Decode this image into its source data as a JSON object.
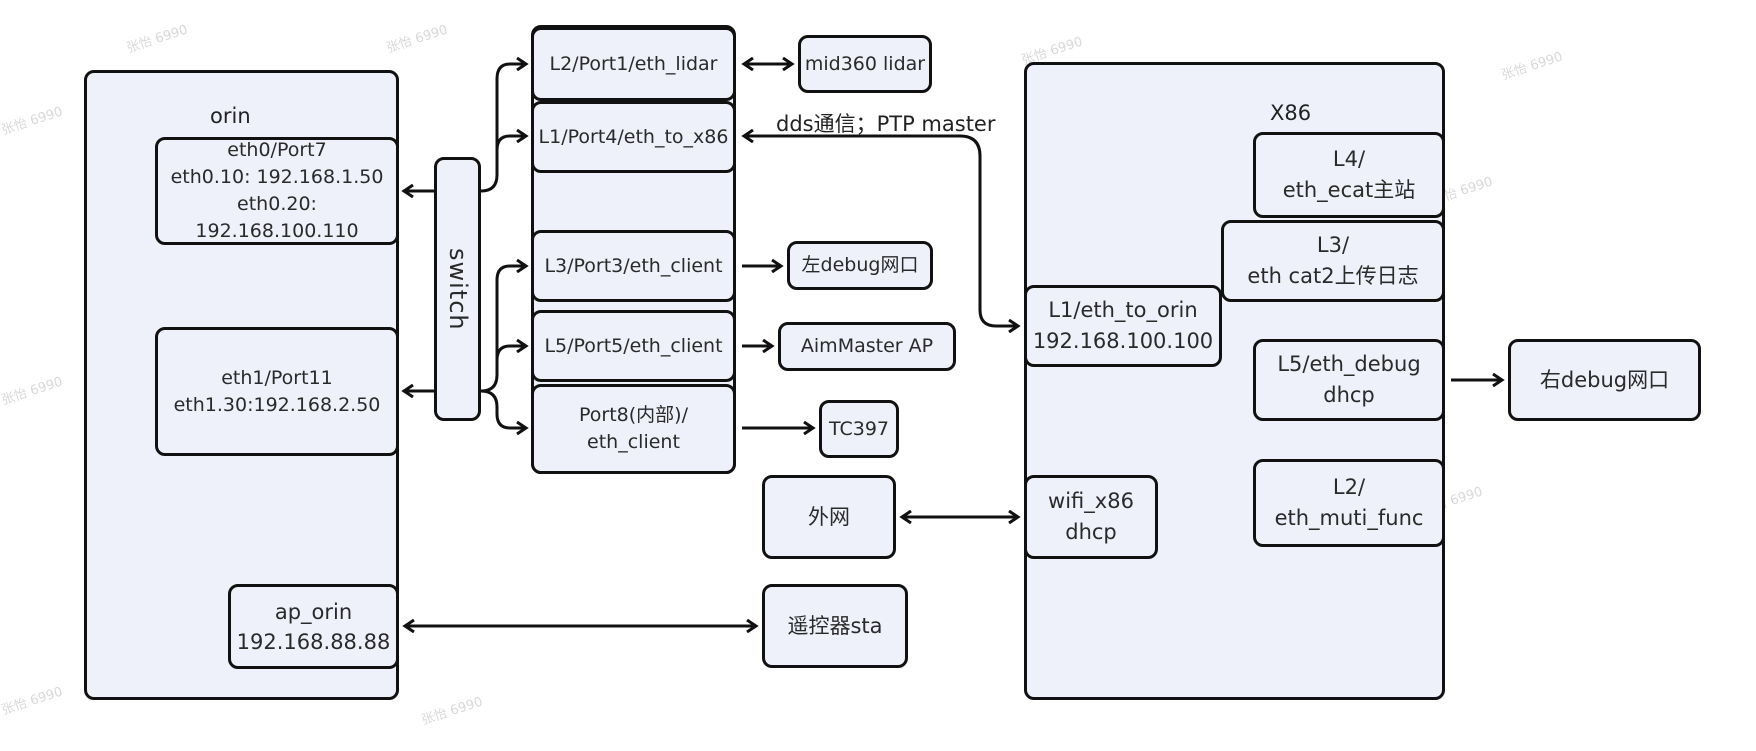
{
  "watermark": "张怡 6990",
  "orin": {
    "title": "orin",
    "eth0": "eth0/Port7\neth0.10: 192.168.1.50\neth0.20: 192.168.100.110",
    "eth1": "eth1/Port11\neth1.30:192.168.2.50",
    "ap": "ap_orin\n192.168.88.88"
  },
  "switch": {
    "label": "switch"
  },
  "ports": [
    {
      "label": "L2/Port1/eth_lidar"
    },
    {
      "label": "L1/Port4/eth_to_x86"
    },
    {
      "label": ""
    },
    {
      "label": "L3/Port3/eth_client"
    },
    {
      "label": "L5/Port5/eth_client"
    },
    {
      "label": "Port8(内部)/\neth_client"
    }
  ],
  "devices": {
    "lidar": "mid360 lidar",
    "left_debug": "左debug网口",
    "aimmaster": "AimMaster AP",
    "tc397": "TC397",
    "internet": "外网",
    "remote": "遥控器sta",
    "right_debug": "右debug网口"
  },
  "link_labels": {
    "dds_ptp": "dds通信；PTP master"
  },
  "x86": {
    "title": "X86",
    "l4": "L4/\neth_ecat主站",
    "l3": "L3/\neth  cat2上传日志",
    "l1": "L1/eth_to_orin\n192.168.100.100",
    "l5": "L5/eth_debug\ndhcp",
    "wifi": "wifi_x86\ndhcp",
    "l2": "L2/\neth_muti_func"
  }
}
